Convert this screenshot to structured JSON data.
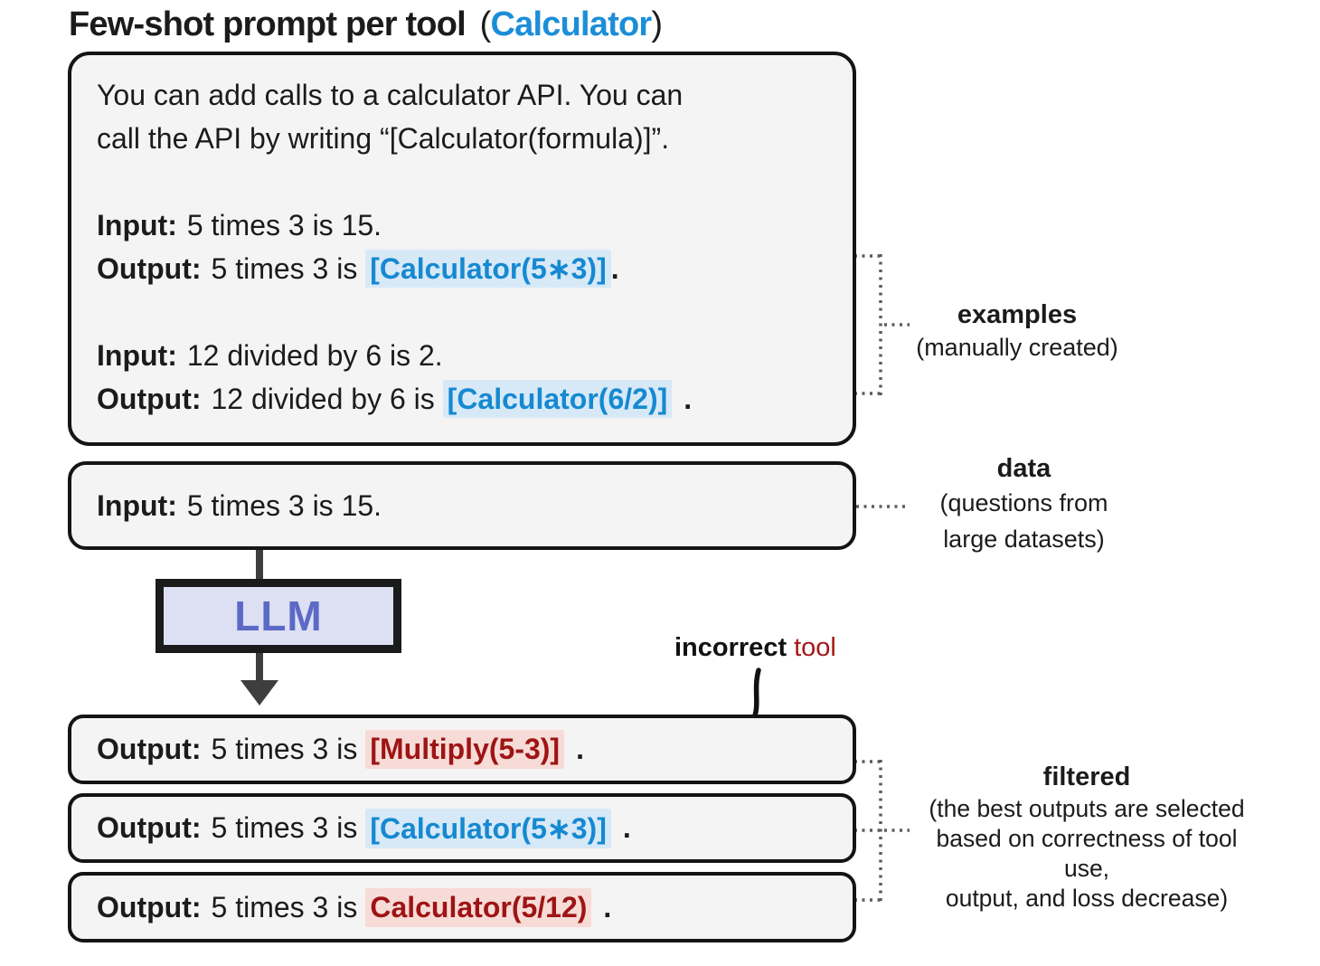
{
  "title": {
    "prefix": "Few-shot prompt per tool",
    "paren_open": "(",
    "tool_name": "Calculator",
    "paren_close": ")"
  },
  "prompt_box": {
    "instruction_line1": "You can add calls to a calculator API. You can",
    "instruction_line2": "call the API by writing “[Calculator(formula)]”.",
    "example1": {
      "input_label": "Input:",
      "input_text": "5 times 3 is 15.",
      "output_label": "Output:",
      "output_prefix": "5 times 3 is",
      "tool_call": "[Calculator(5∗3)]",
      "period": "."
    },
    "example2": {
      "input_label": "Input:",
      "input_text": "12 divided by 6 is 2.",
      "output_label": "Output:",
      "output_prefix": "12 divided by 6 is",
      "tool_call": "[Calculator(6/2)]",
      "period": "."
    }
  },
  "data_box": {
    "input_label": "Input:",
    "input_text": "5 times 3 is 15."
  },
  "llm_box": {
    "label": "LLM"
  },
  "output_boxes": [
    {
      "label": "Output:",
      "prefix": "5 times 3 is",
      "tool_call": "[Multiply(5-3)]",
      "period": ".",
      "status": "incorrect-tool"
    },
    {
      "label": "Output:",
      "prefix": "5 times 3 is",
      "tool_call": "[Calculator(5∗3)]",
      "period": ".",
      "status": "correct"
    },
    {
      "label": "Output:",
      "prefix": "5 times 3 is",
      "tool_call": "Calculator(5/12)",
      "period": ".",
      "status": "incorrect-format"
    }
  ],
  "annotations": {
    "examples": {
      "title": "examples",
      "subtitle": "(manually created)"
    },
    "data": {
      "title": "data",
      "subtitle_line1": "(questions from",
      "subtitle_line2": "large datasets)"
    },
    "incorrect_tool": {
      "bold_part": "incorrect",
      "colored_part": "tool"
    },
    "filtered": {
      "title": "filtered",
      "subtitle_line1": "(the best outputs are selected",
      "subtitle_line2": "based on correctness of tool use,",
      "subtitle_line3": "output, and loss decrease)"
    }
  },
  "colors": {
    "tool_call_blue": "#1589d1",
    "tool_call_blue_bg": "#d7e9f7",
    "error_red": "#9e1414",
    "error_red_bg": "#f7dbd7",
    "title_blue": "#1b8ed8",
    "llm_fill": "#dde0f3",
    "llm_text": "#5b6ac5",
    "box_fill": "#f4f4f4",
    "box_border": "#141414",
    "arrow_gray": "#3e3e3e",
    "dotted_gray": "#5c5c5c"
  }
}
